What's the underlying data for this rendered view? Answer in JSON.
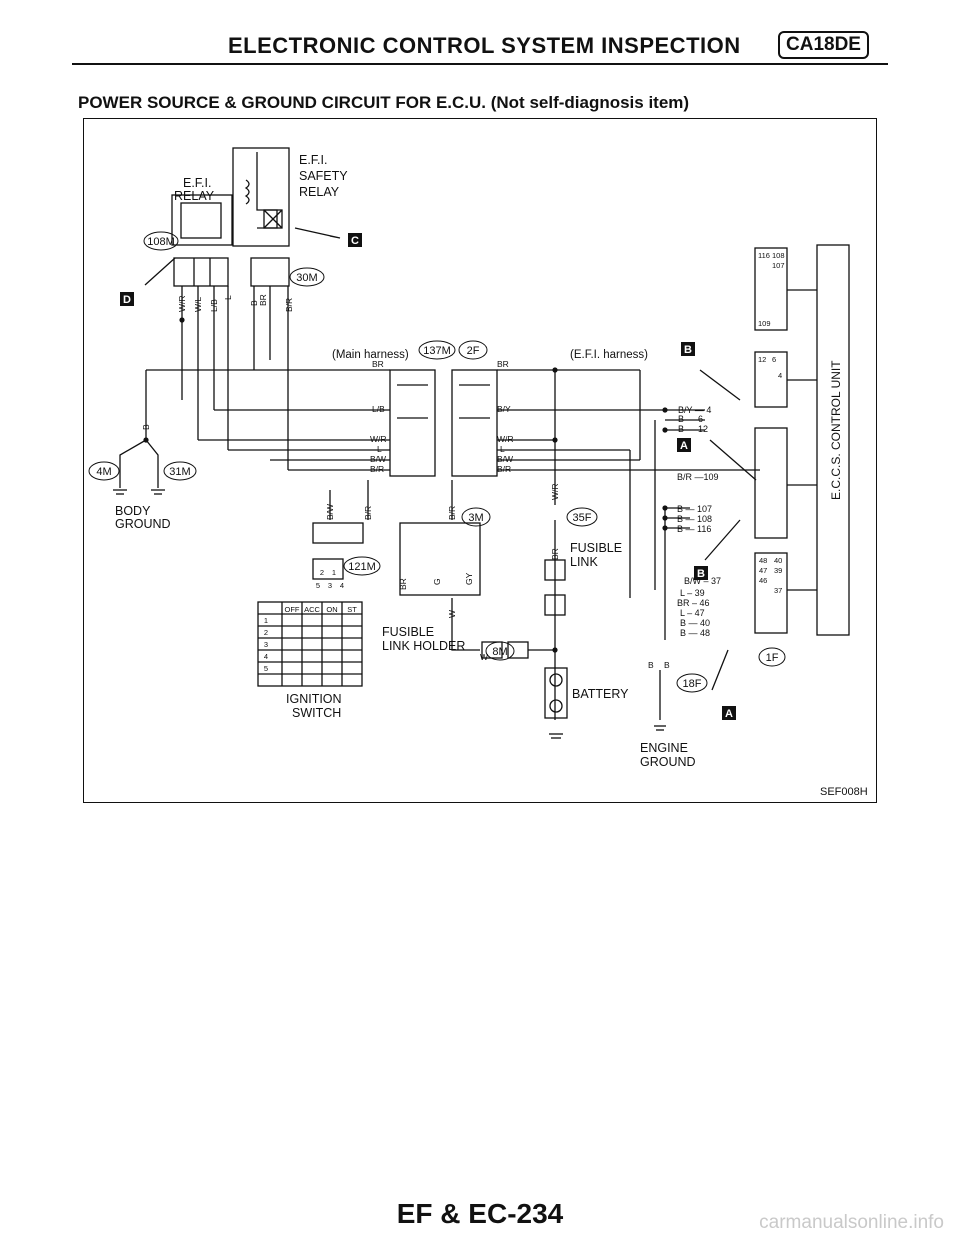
{
  "header": {
    "title": "ELECTRONIC CONTROL SYSTEM INSPECTION",
    "badge": "CA18DE"
  },
  "section_title": "POWER SOURCE & GROUND CIRCUIT FOR E.C.U. (Not self-diagnosis item)",
  "diagram": {
    "efi_relay": [
      "E.F.I.",
      "RELAY"
    ],
    "safety_relay": [
      "E.F.I.",
      "SAFETY",
      "RELAY"
    ],
    "body_ground": [
      "BODY",
      "GROUND"
    ],
    "ignition_switch": [
      "IGNITION",
      "SWITCH"
    ],
    "fusible_link_holder": [
      "FUSIBLE",
      "LINK HOLDER"
    ],
    "fusible_link": [
      "FUSIBLE",
      "LINK"
    ],
    "battery": "BATTERY",
    "engine_ground": [
      "ENGINE",
      "GROUND"
    ],
    "ecu_label": "E.C.C.S. CONTROL UNIT",
    "main_harness": "(Main harness)",
    "efi_harness": "(E.F.I. harness)",
    "figure_code": "SEF008H",
    "connectors": [
      "108M",
      "30M",
      "137M",
      "2F",
      "4M",
      "31M",
      "3M",
      "35F",
      "121M",
      "8M",
      "18F",
      "1F"
    ],
    "callouts": [
      "A",
      "B",
      "C",
      "D"
    ],
    "ignition_table": {
      "header": [
        "OFF",
        "ACC",
        "ON",
        "ST"
      ],
      "rows": [
        "1",
        "2",
        "3",
        "4",
        "5"
      ]
    },
    "ecu_pins_1": [
      "116",
      "108",
      "107",
      "109"
    ],
    "ecu_pins_2": [
      "12",
      "6",
      "4"
    ],
    "ecu_pins_3": [
      "48",
      "40",
      "47",
      "39",
      "46",
      "37"
    ],
    "wires_top": [
      "W/R",
      "W/L",
      "L/B",
      "L",
      "B",
      "BR",
      "B/R"
    ],
    "wires_mid": [
      "BR",
      "L/B",
      "B/Y",
      "W/R",
      "L",
      "B/W",
      "B/R",
      "B"
    ],
    "wires_lower": [
      "B/W",
      "B/R",
      "B/R",
      "W/R",
      "BR",
      "G",
      "GY",
      "W",
      "W",
      "BR"
    ],
    "terminal_labels": [
      "B/Y — 4",
      "B — 6",
      "B — 12",
      "B/R —109",
      "B — 107",
      "B — 108",
      "B — 116",
      "B/W – 37",
      "L – 39",
      "BR – 46",
      "L – 47",
      "B — 40",
      "B — 48"
    ],
    "misc_labels": [
      "2",
      "1",
      "5",
      "3",
      "4",
      "B",
      "B"
    ]
  },
  "page_number": "EF & EC-234",
  "watermark": "carmanualsonline.info"
}
